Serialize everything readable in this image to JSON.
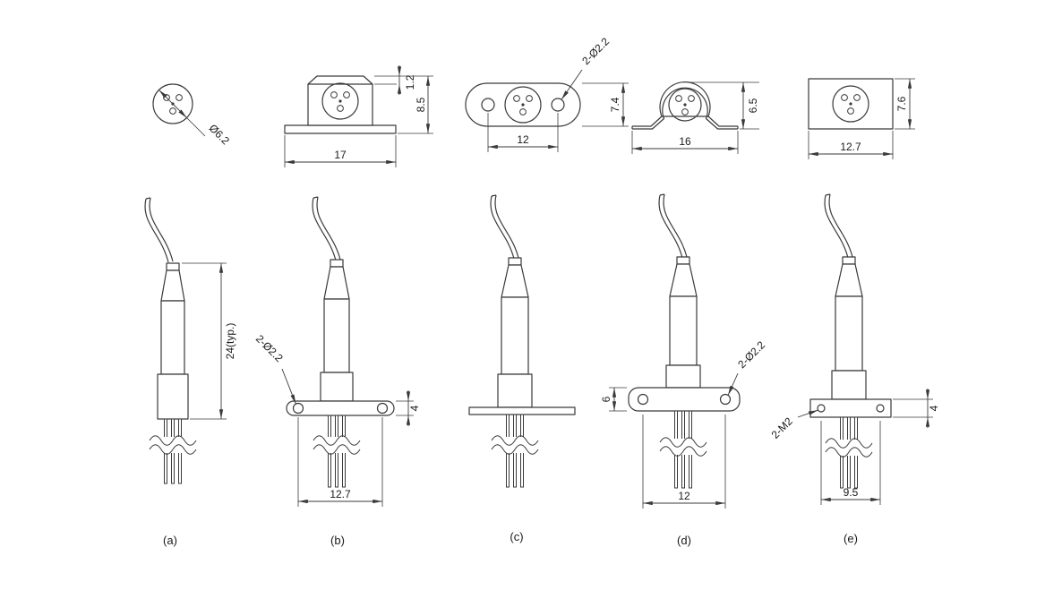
{
  "drawing": {
    "background": "#ffffff",
    "line_color": "#3a3a3a",
    "text_color": "#1a1a1a",
    "description": "Coaxial pigtail package outline drawings, five mounting variants, top views and side views with dimensions",
    "variants": {
      "a": {
        "caption": "(a)",
        "top": {
          "diameter": "Ø6.2"
        },
        "side": {
          "body_length": "24(typ.)"
        }
      },
      "b": {
        "caption": "(b)",
        "top": {
          "lip_height": "1.2",
          "overall_height": "8.5",
          "flange_width": "17"
        },
        "side": {
          "mount_holes": "2-Ø2.2",
          "flange_thickness": "4",
          "hole_pitch": "12.7"
        }
      },
      "c": {
        "caption": "(c)",
        "top": {
          "mount_holes": "2-Ø2.2",
          "flange_height": "7.4",
          "hole_pitch": "12"
        }
      },
      "d": {
        "caption": "(d)",
        "top": {
          "overall_height": "6.5",
          "bracket_width": "16"
        },
        "side": {
          "flange_height": "6",
          "mount_holes": "2-Ø2.2",
          "hole_pitch": "12"
        }
      },
      "e": {
        "caption": "(e)",
        "top": {
          "overall_height": "7.6",
          "body_width": "12.7"
        },
        "side": {
          "screw_holes": "2-M2",
          "flange_thickness": "4",
          "hole_pitch": "9.5"
        }
      }
    }
  }
}
